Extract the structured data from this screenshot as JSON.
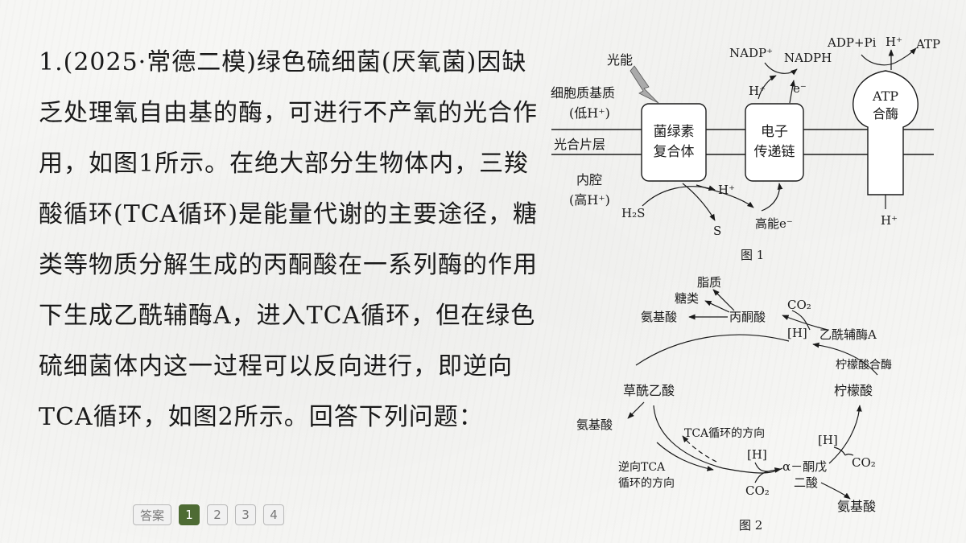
{
  "question": {
    "text": "1.(2025·常德二模)绿色硫细菌(厌氧菌)因缺乏处理氧自由基的酶，可进行不产氧的光合作用，如图1所示。在绝大部分生物体内，三羧酸循环(TCA循环)是能量代谢的主要途径，糖类等物质分解生成的丙酮酸在一系列酶的作用下生成乙酰辅酶A，进入TCA循环，但在绿色硫细菌体内这一过程可以反向进行，即逆向TCA循环，如图2所示。回答下列问题："
  },
  "pager": {
    "answer_label": "答案",
    "pages": [
      "1",
      "2",
      "3",
      "4"
    ],
    "active": "1"
  },
  "figure1": {
    "caption": "图 1",
    "light": "光能",
    "stroma_l1": "细胞质基质",
    "stroma_l2": "(低H⁺)",
    "membrane": "光合片层",
    "lumen_l1": "内腔",
    "lumen_l2": "(高H⁺)",
    "complex_l1": "菌绿素",
    "complex_l2": "复合体",
    "chain_l1": "电子",
    "chain_l2": "传递链",
    "atp_l1": "ATP",
    "atp_l2": "合酶",
    "nadp": "NADP⁺",
    "nadph": "NADPH",
    "h_top": "H⁺",
    "e_top": "e⁻",
    "adp": "ADP+Pi",
    "h_adp": "H⁺",
    "atp": "ATP",
    "h2s": "H₂S",
    "s": "S",
    "h_mid": "H⁺",
    "high_e": "高能e⁻",
    "h_bottom": "H⁺"
  },
  "figure2": {
    "caption": "图 2",
    "lipid": "脂质",
    "sugar": "糖类",
    "aa1": "氨基酸",
    "pyruvate": "丙酮酸",
    "co2_top": "CO₂",
    "h_top": "[H]",
    "acetylcoa": "乙酰辅酶A",
    "citrate_lyase": "柠檬酸合酶",
    "oxaloacetate": "草酰乙酸",
    "citrate": "柠檬酸",
    "aa2": "氨基酸",
    "tca_dir": "TCA循环的方向",
    "h_right": "[H]",
    "co2_right": "CO₂",
    "h_mid": "[H]",
    "akg_l1": "α－酮戊",
    "akg_l2": "二酸",
    "co2_mid": "CO₂",
    "rev_l1": "逆向TCA",
    "rev_l2": "循环的方向",
    "aa3": "氨基酸"
  }
}
